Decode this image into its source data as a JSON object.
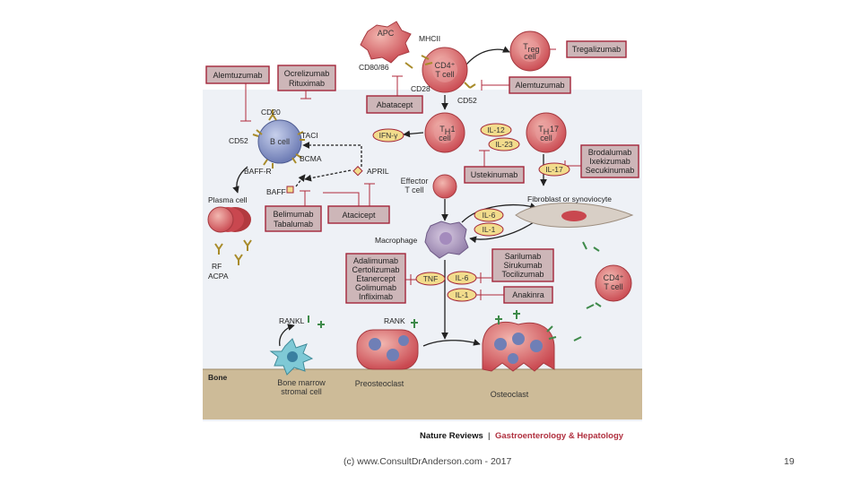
{
  "figure": {
    "cells": {
      "apc": "APC",
      "cd4_top": [
        "CD4⁺",
        "T cell"
      ],
      "treg": [
        "T",
        "reg",
        "cell"
      ],
      "th1": [
        "T",
        "H",
        "1",
        "cell"
      ],
      "th17": [
        "T",
        "H",
        "17",
        "cell"
      ],
      "b_cell": "B cell",
      "plasma_cell": "Plasma cell",
      "effector": [
        "Effector",
        "T cell"
      ],
      "macrophage": "Macrophage",
      "fibroblast": "Fibroblast or synoviocyte",
      "cd4_right": [
        "CD4⁺",
        "T cell"
      ],
      "bone_marrow": [
        "Bone marrow",
        "stromal cell"
      ],
      "preosteoclast": "Preosteoclast",
      "osteoclast": "Osteoclast",
      "bone": "Bone"
    },
    "molecules": {
      "mhc": "MHCII",
      "cd80_86": "CD80/86",
      "cd28": "CD28",
      "cd52_top": "CD52",
      "cd20": "CD20",
      "cd52_b": "CD52",
      "taci": "TACI",
      "bcma": "BCMA",
      "baff_r": "BAFF-R",
      "baff": "BAFF",
      "april": "APRIL",
      "rf": "RF",
      "acpa": "ACPA",
      "rankl": "RANKL",
      "rank": "RANK"
    },
    "cytokines": {
      "ifn": "IFN-γ",
      "il12": "IL-12",
      "il23": "IL-23",
      "il17": "IL-17",
      "il6_top": "IL-6",
      "il1_top": "IL-1",
      "tnf": "TNF",
      "il6": "IL-6",
      "il1": "IL-1"
    },
    "drugs": {
      "alemtuzumab_left": [
        "Alemtuzumab"
      ],
      "ocrelizumab": [
        "Ocrelizumab",
        "Rituximab"
      ],
      "tregalizumab": [
        "Tregalizumab"
      ],
      "alemtuzumab_top": [
        "Alemtuzumab"
      ],
      "abatacept": [
        "Abatacept"
      ],
      "ustekinumab": [
        "Ustekinumab"
      ],
      "brodalumab": [
        "Brodalumab",
        "Ixekizumab",
        "Secukinumab"
      ],
      "belimumab": [
        "Belimumab",
        "Tabalumab"
      ],
      "atacicept": [
        "Atacicept"
      ],
      "tnf_drugs": [
        "Adalimumab",
        "Certolizumab",
        "Etanercept",
        "Golimumab",
        "Infliximab"
      ],
      "il6_drugs": [
        "Sarilumab",
        "Sirukumab",
        "Tocilizumab"
      ],
      "anakinra": [
        "Anakinra"
      ]
    },
    "credit": {
      "journal": "Nature Reviews",
      "separator": "|",
      "subject": "Gastroenterology & Hepatology"
    }
  },
  "footer": {
    "copyright": "(c) www.ConsultDrAnderson.com - 2017",
    "page_number": "19"
  },
  "colors": {
    "drug_box_fill": "#cdb6b8",
    "drug_box_border": "#a3263a",
    "cytokine_fill": "#f2dc8c",
    "cell_red": "#d9646a",
    "b_cell_blue": "#7f8fc0",
    "bone": "#cdbb98",
    "background_panel": "#eef1f6"
  }
}
